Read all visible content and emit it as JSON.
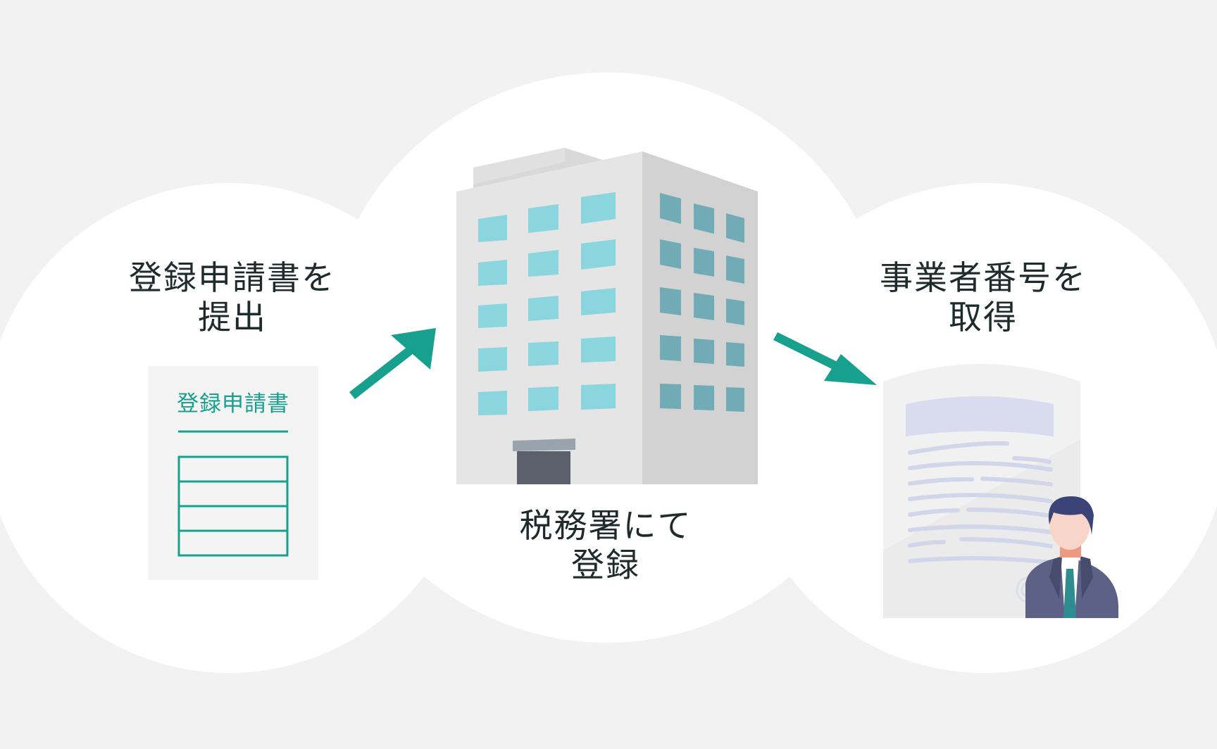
{
  "steps": {
    "step1": {
      "line1": "登録申請書を",
      "line2": "提出"
    },
    "step2": {
      "line1": "税務署にて",
      "line2": "登録"
    },
    "step3": {
      "line1": "事業者番号を",
      "line2": "取得"
    }
  },
  "form": {
    "title": "登録申請書"
  },
  "icons": {
    "form": "application-form-icon",
    "building": "tax-office-building-icon",
    "certificate": "certificate-document-icon",
    "person": "businessman-icon"
  },
  "colors": {
    "background": "#f2f2f2",
    "bubble": "#ffffff",
    "accent": "#17a08d",
    "text": "#1e2b2a"
  }
}
